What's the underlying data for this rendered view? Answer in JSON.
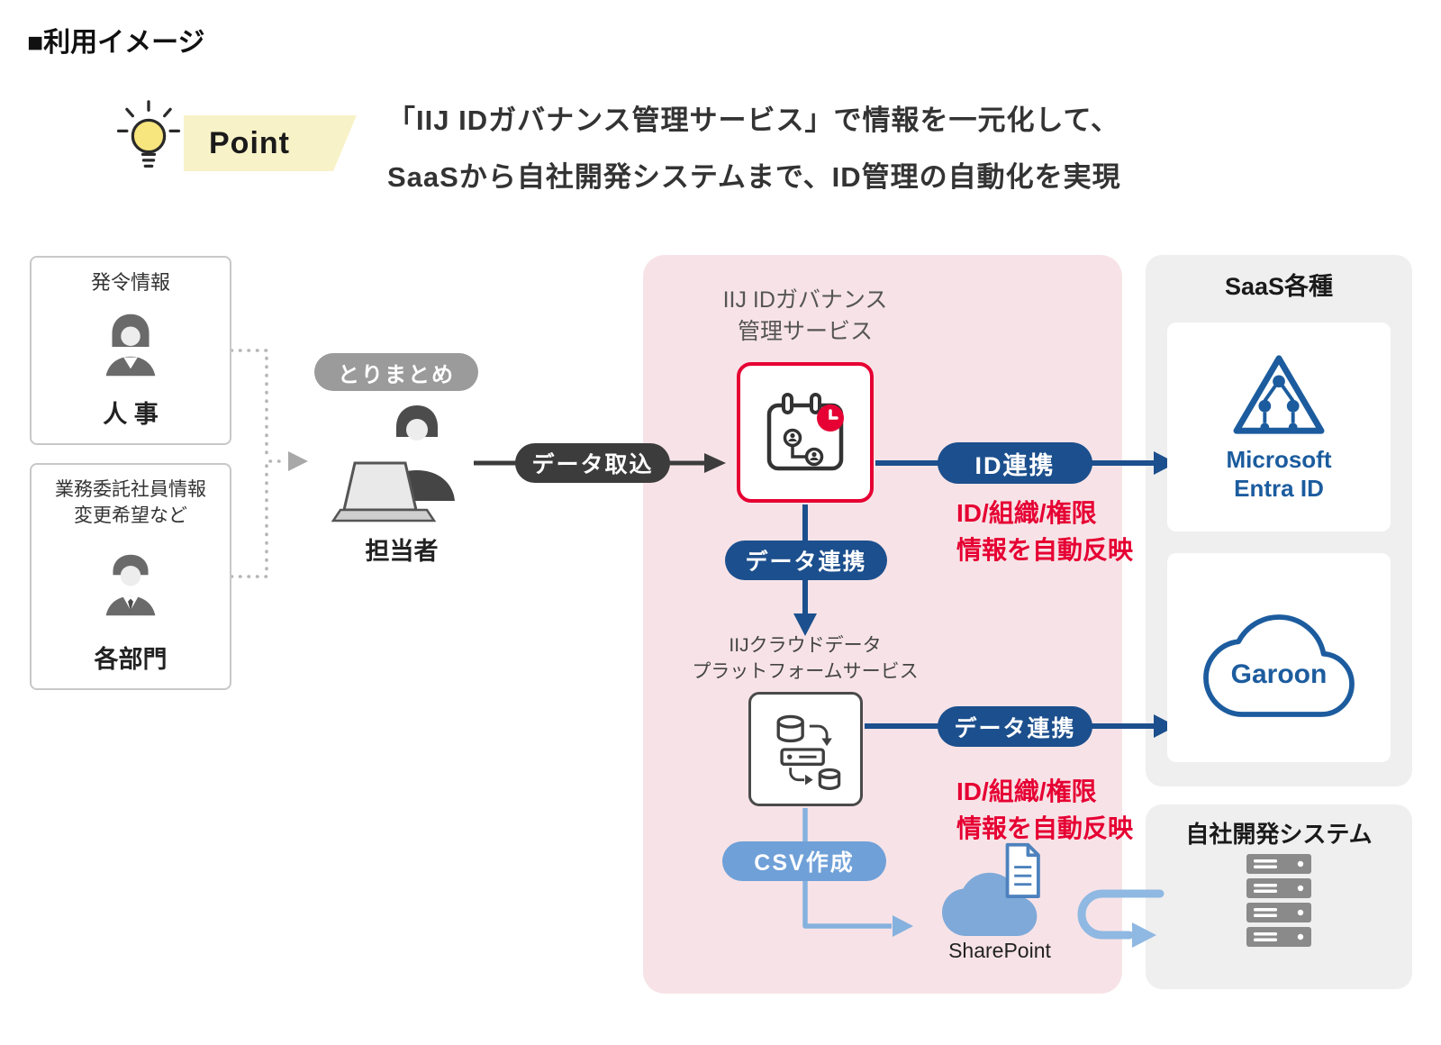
{
  "heading": "■利用イメージ",
  "point": {
    "label": "Point",
    "headline_line1": "「IIJ IDガバナンス管理サービス」で情報を一元化して、",
    "headline_line2": "SaaSから自社開発システムまで、ID管理の自動化を実現"
  },
  "left": {
    "hr": {
      "top": "発令情報",
      "name": "人 事"
    },
    "dept": {
      "top1": "業務委託社員情報",
      "top2": "変更希望など",
      "name": "各部門"
    },
    "aggregate_pill": "とりまとめ",
    "operator": "担当者"
  },
  "pills": {
    "data_import": "データ取込",
    "id_link": "ID連携",
    "data_link_down": "データ連携",
    "data_link_right": "データ連携",
    "csv": "CSV作成"
  },
  "center": {
    "governance_line1": "IIJ IDガバナンス",
    "governance_line2": "管理サービス",
    "platform_line1": "IIJクラウドデータ",
    "platform_line2": "プラットフォームサービス",
    "sharepoint": "SharePoint",
    "auto_reflect_line1": "ID/組織/権限",
    "auto_reflect_line2": "情報を自動反映"
  },
  "right": {
    "saas_title": "SaaS各種",
    "entra_line1": "Microsoft",
    "entra_line2": "Entra ID",
    "garoon": "Garoon",
    "inhouse_title": "自社開発システム"
  },
  "colors": {
    "pink_panel": "#f7e3e7",
    "gray_panel": "#efefef",
    "navy": "#1c4f8d",
    "light_blue": "#85b1de",
    "red": "#e60033",
    "point_yellow": "#f8f2c8"
  }
}
